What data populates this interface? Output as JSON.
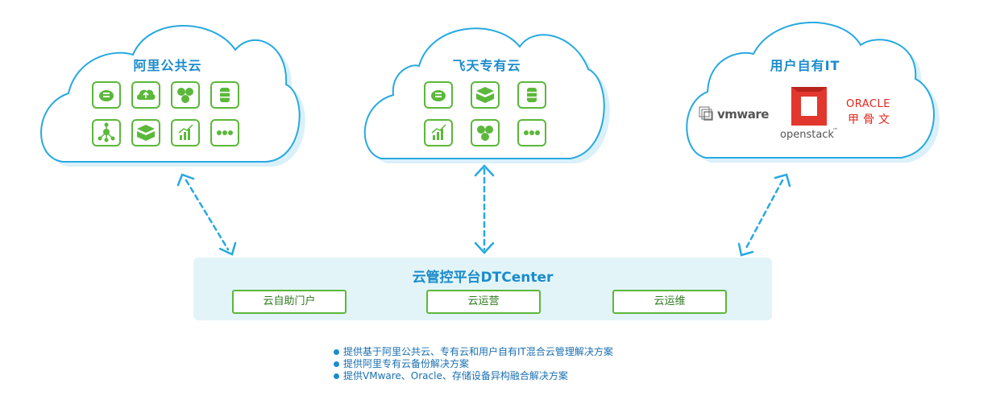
{
  "clouds": {
    "aliyun": {
      "title": "阿里公共云",
      "icons": [
        "database-icon",
        "cloud-upload-icon",
        "clusters-icon",
        "storage-icon",
        "network-topology-icon",
        "box-stack-icon",
        "analytics-chart-icon",
        "more-icon"
      ]
    },
    "feitian": {
      "title": "飞天专有云",
      "icons": [
        "database-icon",
        "box-stack-icon",
        "storage-icon",
        "analytics-chart-icon",
        "clusters-icon",
        "more-icon"
      ]
    },
    "user_it": {
      "title": "用户自有IT",
      "brands": {
        "vmware": "vmware",
        "openstack": "openstack",
        "openstack_mark": "™",
        "oracle": "ORACLE",
        "oracle_cn": "甲骨文"
      }
    }
  },
  "platform": {
    "title": "云管控平台DTCenter",
    "modules": [
      "云自助门户",
      "云运营",
      "云运维"
    ]
  },
  "notes": [
    "提供基于阿里公共云、专有云和用户自有IT混合云管理解决方案",
    "提供阿里专有云备份解决方案",
    "提供VMware、Oracle、存储设备异构融合解决方案"
  ],
  "colors": {
    "cloud_outline": "#27a9e1",
    "cloud_shadow": "#daf0fa",
    "icon_green": "#5bb83a",
    "title_blue": "#1a8ccc",
    "arrow_blue": "#27a9e1",
    "platform_bg": "#e3f4f9",
    "openstack_red": "#e2372e",
    "oracle_red": "#e3241b"
  }
}
